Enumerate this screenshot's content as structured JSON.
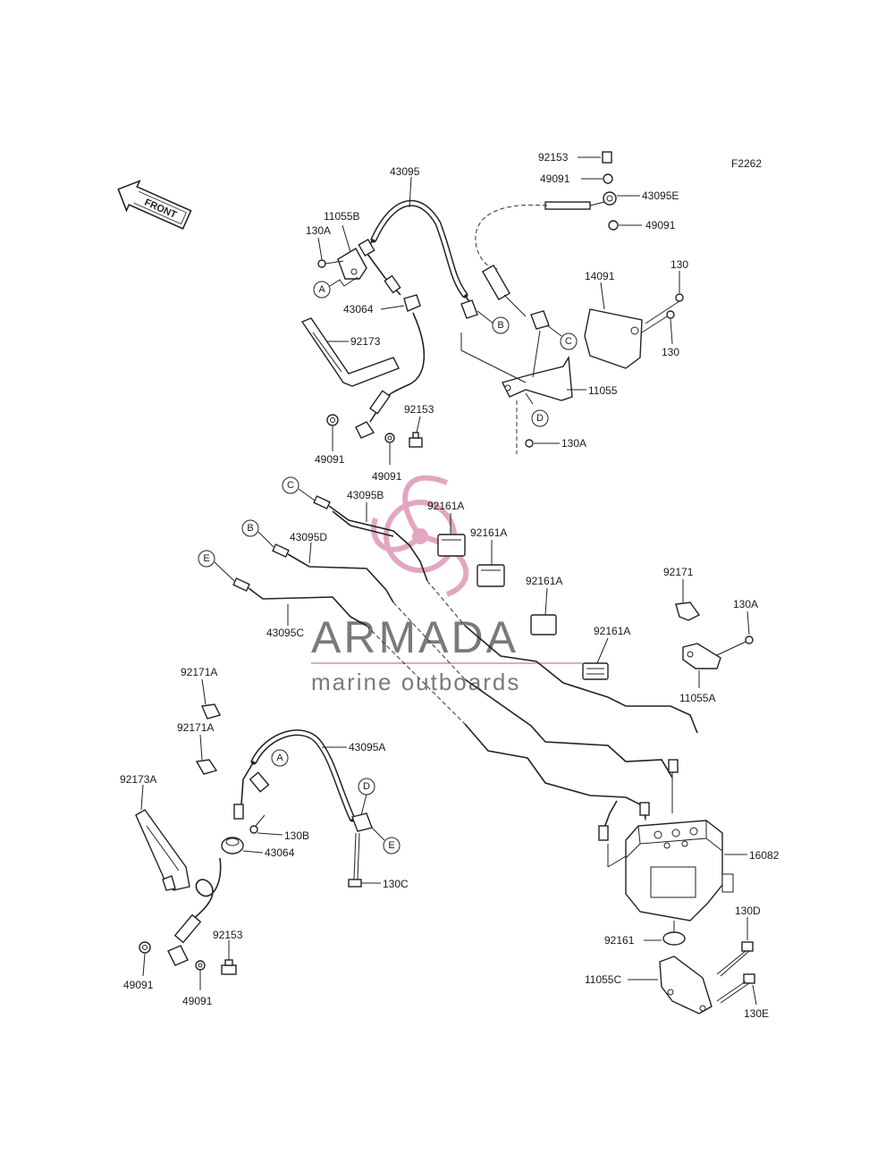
{
  "diagram": {
    "code": "F2262",
    "front_label": "FRONT",
    "callouts": [
      "A",
      "B",
      "C",
      "D",
      "E"
    ]
  },
  "labels": {
    "p43095": "43095",
    "p11055B": "11055B",
    "p130A_1": "130A",
    "p43064_1": "43064",
    "p92173": "92173",
    "p49091_1": "49091",
    "p49091_2": "49091",
    "p92153_1": "92153",
    "p92153_2": "92153",
    "p49091_3": "49091",
    "p43095E": "43095E",
    "p49091_4": "49091",
    "p14091": "14091",
    "p130_1": "130",
    "p130_2": "130",
    "p11055": "11055",
    "p130A_2": "130A",
    "p43095B": "43095B",
    "p92161A_1": "92161A",
    "p92161A_2": "92161A",
    "p43095D": "43095D",
    "p92161A_3": "92161A",
    "p92161A_4": "92161A",
    "p43095C": "43095C",
    "p92171": "92171",
    "p130A_3": "130A",
    "p11055A": "11055A",
    "p92171A_1": "92171A",
    "p92171A_2": "92171A",
    "p43095A": "43095A",
    "p92173A": "92173A",
    "p130B": "130B",
    "p43064_2": "43064",
    "p130C": "130C",
    "p16082": "16082",
    "p92153_3": "92153",
    "p49091_5": "49091",
    "p49091_6": "49091",
    "p92161": "92161",
    "p130D": "130D",
    "p11055C": "11055C",
    "p130E": "130E"
  },
  "watermark": {
    "name": "ARMADA",
    "subtitle": "marine outboards",
    "logo_color": "#e3a6c1",
    "text_color": "#7a7a7a"
  }
}
